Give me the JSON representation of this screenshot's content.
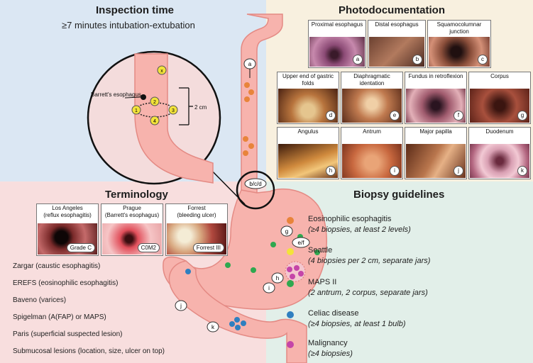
{
  "inspection": {
    "title": "Inspection time",
    "subtitle": "≥7 minutes intubation-extubation",
    "zoom_labels": {
      "barretts": "Barrett's esophagus",
      "distance": "2 cm"
    },
    "points": [
      "x",
      "1",
      "2",
      "3",
      "4"
    ]
  },
  "photo": {
    "title": "Photodocumentation",
    "items": [
      {
        "label": "Proximal esophagus",
        "letter": "a"
      },
      {
        "label": "Distal esophagus",
        "letter": "b"
      },
      {
        "label": "Squamocolumnar junction",
        "letter": "c"
      },
      {
        "label": "Upper end of gastric folds",
        "letter": "d"
      },
      {
        "label": "Diaphragmatic identation",
        "letter": "e"
      },
      {
        "label": "Fundus in retroflexion",
        "letter": "f"
      },
      {
        "label": "Corpus",
        "letter": "g"
      },
      {
        "label": "Angulus",
        "letter": "h"
      },
      {
        "label": "Antrum",
        "letter": "i"
      },
      {
        "label": "Major papilla",
        "letter": "j"
      },
      {
        "label": "Duodenum",
        "letter": "k"
      }
    ]
  },
  "terminology": {
    "title": "Terminology",
    "images": [
      {
        "label": "Los Angeles\n(reflux esophagitis)",
        "tag": "Grade C"
      },
      {
        "label": "Prague\n(Barrett's esophagus)",
        "tag": "C0M2"
      },
      {
        "label": "Forrest\n(bleeding ulcer)",
        "tag": "Forrest III"
      }
    ],
    "items": [
      "Zargar (caustic esophagitis)",
      "EREFS (eosinophilic esophagitis)",
      "Baveno (varices)",
      "Spigelman (A(FAP) or MAPS)",
      "Paris (superficial suspected lesion)",
      "Submucosal lesions (location, size, ulcer on top)"
    ]
  },
  "biopsy": {
    "title": "Biopsy guidelines",
    "items": [
      {
        "name": "Eosinophilic esophagitis",
        "note": "(≥4 biopsies, at least 2 levels)",
        "color": "#e8843a"
      },
      {
        "name": "Seattle",
        "note": "(4 biopsies per 2 cm, separate jars)",
        "color": "#f3e33a"
      },
      {
        "name": "MAPS II",
        "note": "(2 antrum, 2 corpus, separate jars)",
        "color": "#2fa84f"
      },
      {
        "name": "Celiac disease",
        "note": "(≥4 biopsies, at least 1 bulb)",
        "color": "#2f7fc0"
      },
      {
        "name": "Malignancy",
        "note": "(≥4 biopsies)",
        "color": "#c545a8"
      }
    ]
  },
  "anatomy": {
    "marker_labels": [
      "a",
      "b/c/d",
      "g",
      "e/f",
      "h",
      "i",
      "j",
      "k"
    ]
  },
  "colors": {
    "mucosa": "#f7b3ad",
    "mucosa_edge": "#e48a84",
    "eoe": "#e8843a",
    "seattle": "#f3e33a",
    "maps": "#2fa84f",
    "celiac": "#2f7fc0",
    "malignancy": "#c545a8"
  }
}
